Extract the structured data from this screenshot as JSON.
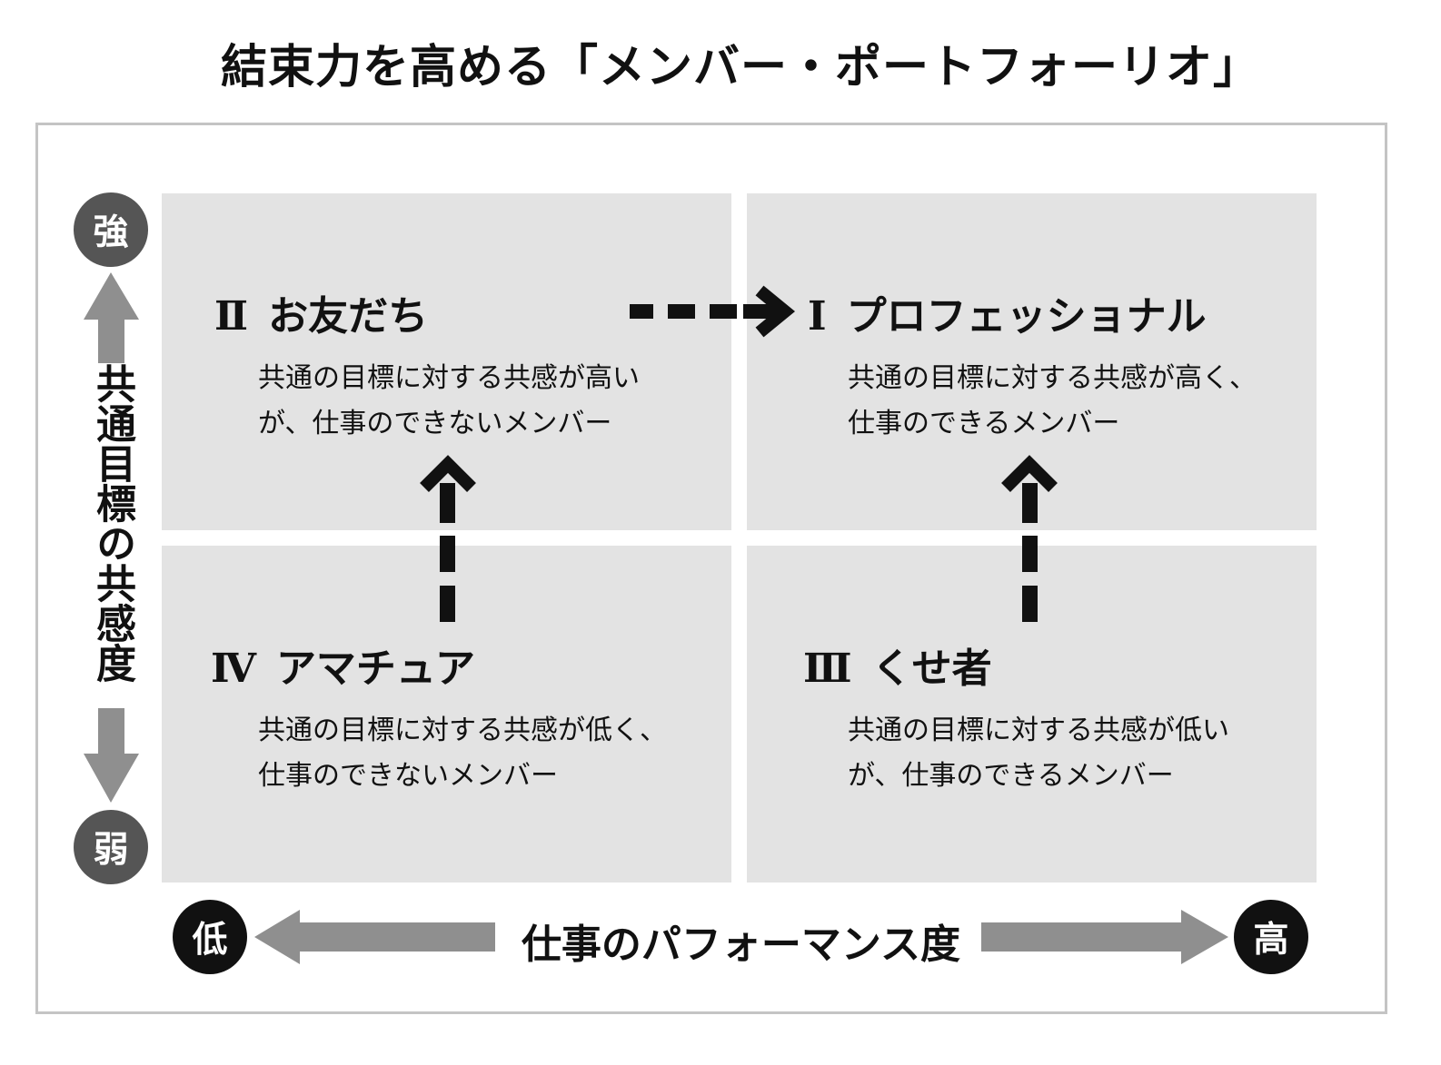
{
  "title": "結束力を高める「メンバー・ポートフォーリオ」",
  "axes": {
    "y_label": "共通目標の共感度",
    "y_high": "強",
    "y_low": "弱",
    "x_label": "仕事のパフォーマンス度",
    "x_low": "低",
    "x_high": "高"
  },
  "quadrants": {
    "q1": {
      "numeral": "Ⅰ",
      "name": "プロフェッショナル",
      "line1": "共通の目標に対する共感が高く、",
      "line2": "仕事のできるメンバー"
    },
    "q2": {
      "numeral": "Ⅱ",
      "name": "お友だち",
      "line1": "共通の目標に対する共感が高い",
      "line2": "が、仕事のできないメンバー"
    },
    "q3": {
      "numeral": "Ⅲ",
      "name": "くせ者",
      "line1": "共通の目標に対する共感が低い",
      "line2": "が、仕事のできるメンバー"
    },
    "q4": {
      "numeral": "Ⅳ",
      "name": "アマチュア",
      "line1": "共通の目標に対する共感が低く、",
      "line2": "仕事のできないメンバー"
    }
  },
  "colors": {
    "quadrant_bg": "#e3e3e3",
    "axis_arrow": "#8f8f8f",
    "badge_grey": "#555555",
    "badge_black": "#111111",
    "frame": "#c4c4c4"
  }
}
